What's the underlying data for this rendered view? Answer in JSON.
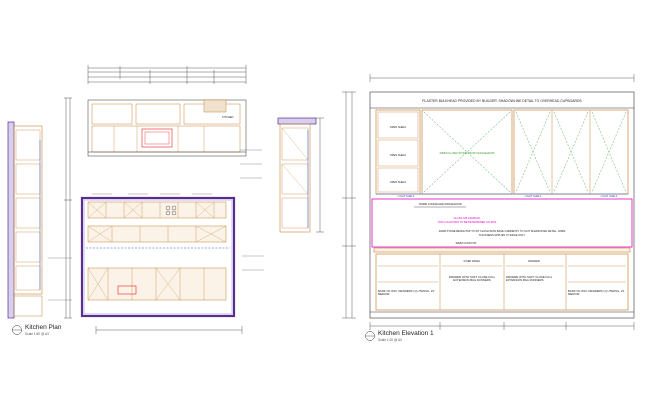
{
  "plan": {
    "title": "Kitchen Plan",
    "scale": "Scale 1:50 @ A3",
    "labels": {
      "kitchen": "KITCHEN"
    }
  },
  "elevation": {
    "title": "Kitchen Elevation 1",
    "scale": "Scale 1:20 @ A3",
    "bulkhead_note": "PLASTER BULKHEAD PROVIDED BY BUILDER. SHADOWLINE DETAIL TO OVERHEAD CUPBOARDS",
    "open_shelf_label": "OPEN SHELF",
    "stone_front_label": "20MM FLUTED STONE FRONT RANGEHOOD",
    "light_shelf_label": "LIGHT SHELF",
    "concealed_rangehood": "730MM CONCEALED RANGEHOOD",
    "glass_splashback_1": "GLASS SPLASHBACK",
    "glass_splashback_2": "JOIN LOCATIONS TO BE DETERMINED ON SITE",
    "benchtop_note_1": "40MM STONE BENCHTOP TO SIT FLUSH WITH BASE CABINETRY TO SUIT SHARKNOSE DETAIL. 40MM",
    "benchtop_note_2": "THICKNESS APPLIES TO EDGE ONLY",
    "cooktop": "90MM COOKTOP",
    "fixed_panel": "FIXED PANEL",
    "drawer": "DRAWER",
    "drawer_soft_close": "DRAWER WITH SOFT CLOSE FULL EXTENSION BAG RUNNERS",
    "bank_drawers": "BANK OF 3NO. DRAWERS (1) UTENSIL, 2X MEDIUM"
  },
  "colors": {
    "wall": "#5a2d91",
    "wall_fill": "#d6d0ee",
    "cabinet": "#c8863a",
    "highlight": "#e600c8",
    "dim": "#333333",
    "green": "#2e9a2e",
    "blue": "#2a54c8",
    "red": "#e81e1e"
  }
}
